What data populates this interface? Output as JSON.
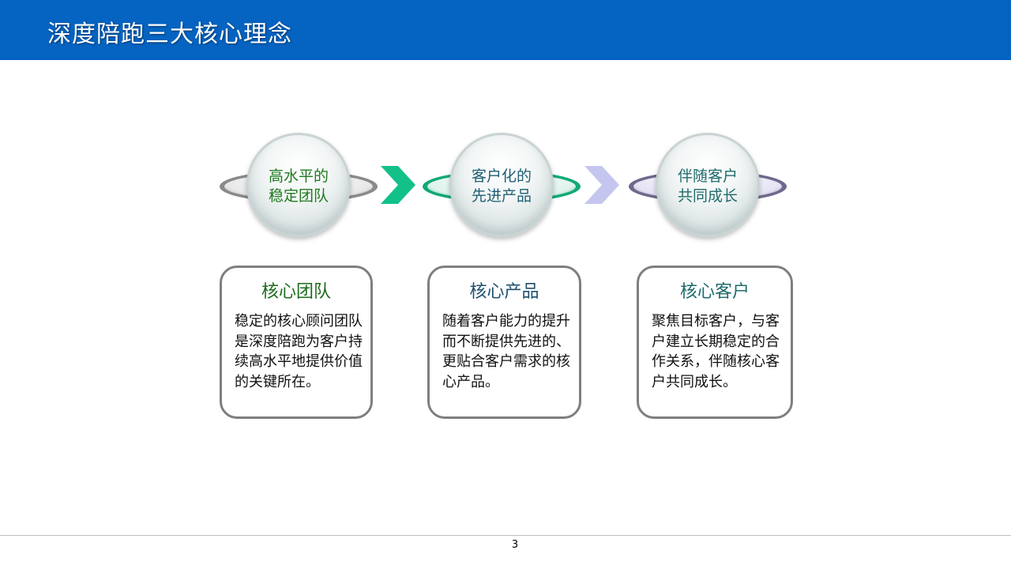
{
  "header": {
    "title": "深度陪跑三大核心理念"
  },
  "nodes": [
    {
      "label": "高水平的\n稳定团队",
      "text_color": "#1e7a1e",
      "ring_color": "#8a8a8a",
      "ring_inner": "#e8e8e8"
    },
    {
      "label": "客户化的\n先进产品",
      "text_color": "#1f5f73",
      "ring_color": "#12a878",
      "ring_inner": "#dff3ec"
    },
    {
      "label": "伴随客户\n共同成长",
      "text_color": "#1f6b6b",
      "ring_color": "#6d6a8c",
      "ring_inner": "#e6e4f4"
    }
  ],
  "arrows": [
    {
      "color": "#13c08a"
    },
    {
      "color": "#c4c6ef"
    }
  ],
  "cards": [
    {
      "title": "核心团队",
      "title_color": "#1e6b1e",
      "body": "稳定的核心顾问团队是深度陪跑为客户持续高水平地提供价值的关键所在。"
    },
    {
      "title": "核心产品",
      "title_color": "#1f4f6e",
      "body": "随着客户能力的提升而不断提供先进的、更贴合客户需求的核心产品。"
    },
    {
      "title": "核心客户",
      "title_color": "#1f6b6b",
      "body": "聚焦目标客户，与客户建立长期稳定的合作关系，伴随核心客户共同成长。"
    }
  ],
  "footer": {
    "page_number": "3"
  }
}
